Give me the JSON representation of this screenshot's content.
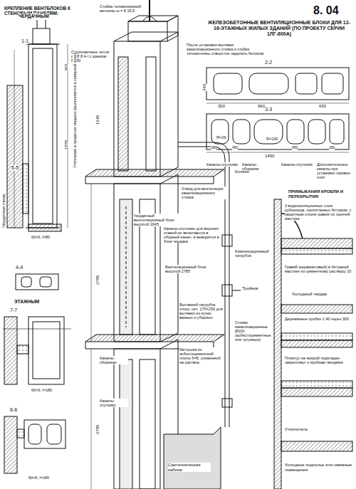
{
  "diagram": {
    "title": "ЖЕЛЕЗОБЕТОННЫЕ ВЕНТИЛЯЦИОННЫЕ БЛОКИ ДЛЯ 12-16-ЭТАЖНЫХ ЖИЛЫХ ЗДАНИЙ (ПО ПРОЕКТУ СЕРИИ 1ЛГ-600А)",
    "labels": [
      "8. 04",
      "1-1",
      "2-2",
      "3-3",
      "5-5",
      "4-4",
      "7-7",
      "6-6",
      "КРЕПЛЕНИЕ ВЕНТБЛОКОВ К СТЕНОВЫМ ПАНЕЛЯМ:",
      "ЧЕРДАЧНЫМ",
      "ЭТАЖНЫМ",
      "Стойка телевизионной антенны ш = 8 15,5",
      "Строповочные петли из Ø 8 А-I с крюком R=80",
      "После установки вытяжки канализационного стояка и стойки телеантенны отверстие заделать бетоном",
      "Утепление в пределах чердака (выполняется в северной зоне)",
      "Чердачная стена",
      "Отвод для вентиляции канализационного стояка",
      "Чердачный вентиляционный блок высотой 1645",
      "Каналы-спутники для верхних этажей не включаются в сборный канал, а выводятся в блок чердака",
      "Вентиляционный блок высотой 2785",
      "Вытяжной патрубок площ. сеч. 170×250 для вытяжки из кухни, ванных и уборных",
      "Заглушка из асбестоцементной плиты δ=8, уложенной на раствор",
      "Каналы-сборники",
      "Каналы-спутники",
      "Сантехническая кабина",
      "Колено",
      "Компенсационный патрубок",
      "Тройник",
      "Стояки канализационные Ø100 (асбестоцементные или чугунные)",
      "Каналы-спутники",
      "Каналы-сборники",
      "Каналы-спутники",
      "Дополнительные каналы при установке газовых плит",
      "ПРИМЫКАНИЯ КРОВЛИ И ПЕРЕКРЫТИЯ",
      "3 водоизоляционных слоя рубероида, пропитанных битумом, с защитным слоем гравия по горячей мастике",
      "Гравий (керамзитовый) в битумной мастике по цементному раствору 20",
      "Холодный чердак",
      "Деревянные пробки 1:40 через 300",
      "Плинтус на мокрой подкладке закрепляют к пробкам гвоздями",
      "Утеплитель",
      "Холодное подполье или смежные помещения",
      "2785",
      "2785",
      "1645",
      "1450",
      "960",
      "630",
      "300",
      "440",
      "R=130",
      "R=29",
      "180",
      "450",
      "450",
      "180",
      "1555",
      "300",
      "60×6; l=80",
      "60×6; l=180",
      "60×6; l=180"
    ]
  }
}
